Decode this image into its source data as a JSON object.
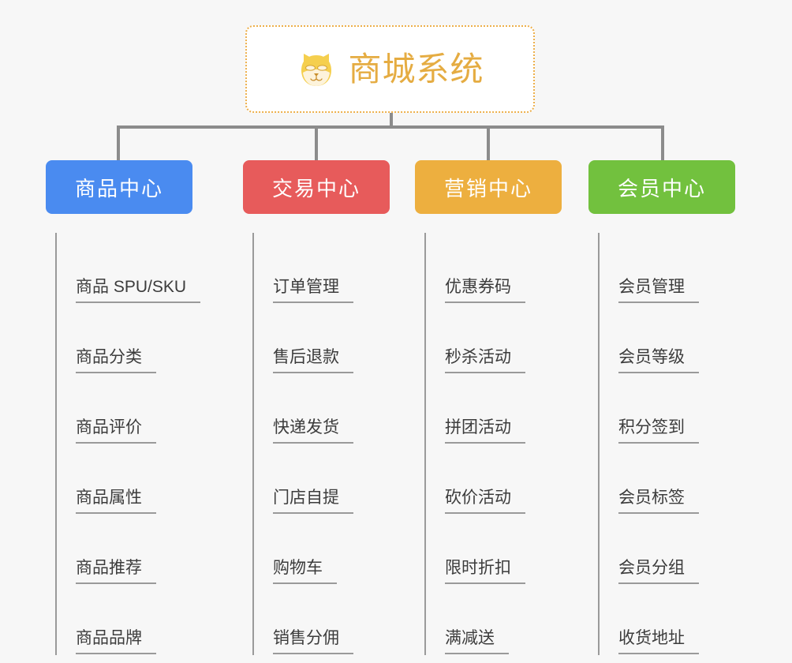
{
  "page": {
    "background_color": "#f7f7f7",
    "line_color": "#8c8c8c"
  },
  "root": {
    "title": "商城系统",
    "icon": "shiba-dog-face-icon",
    "text_color": "#e5ac42",
    "border_color": "#edaf4a",
    "background_color": "#ffffff"
  },
  "categories": [
    {
      "label": "商品中心",
      "color": "#4a8bf0",
      "items": [
        "商品 SPU/SKU",
        "商品分类",
        "商品评价",
        "商品属性",
        "商品推荐",
        "商品品牌"
      ]
    },
    {
      "label": "交易中心",
      "color": "#e75b5b",
      "items": [
        "订单管理",
        "售后退款",
        "快递发货",
        "门店自提",
        "购物车",
        "销售分佣"
      ]
    },
    {
      "label": "营销中心",
      "color": "#edaf3f",
      "items": [
        "优惠券码",
        "秒杀活动",
        "拼团活动",
        "砍价活动",
        "限时折扣",
        "满减送"
      ]
    },
    {
      "label": "会员中心",
      "color": "#72c13e",
      "items": [
        "会员管理",
        "会员等级",
        "积分签到",
        "会员标签",
        "会员分组",
        "收货地址"
      ]
    }
  ]
}
